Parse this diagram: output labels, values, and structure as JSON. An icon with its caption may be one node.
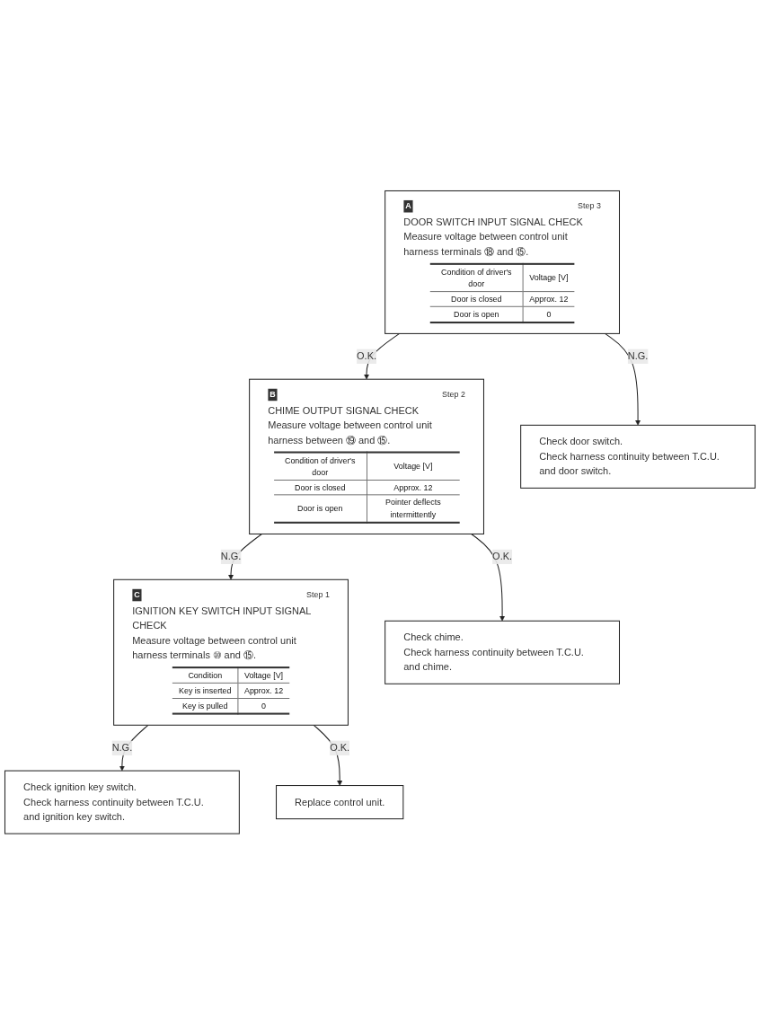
{
  "diagram": {
    "nodes": [
      {
        "text": [
          "A",
          "Step 3",
          "DOOR SWITCH INPUT SIGNAL CHECK",
          "Measure voltage between control unit harness terminals ⑱ and ⑮.",
          "Condition of driver's door",
          "Voltage [V]",
          "Door is closed",
          "Approx. 12",
          "Door is open",
          "0"
        ]
      },
      {
        "text": [
          "Check door switch.",
          "Check harness continuity between T.C.U. and door switch."
        ]
      },
      {
        "text": [
          "B",
          "Step 2",
          "CHIME OUTPUT SIGNAL CHECK",
          "Measure voltage between control unit harness between ⑲ and ⑮.",
          "Condition of driver's door",
          "Voltage [V]",
          "Door is closed",
          "Approx. 12",
          "Door is open",
          "Pointer deflects intermittently"
        ]
      },
      {
        "text": [
          "Check chime.",
          "Check harness continuity between T.C.U. and chime."
        ]
      },
      {
        "text": [
          "C",
          "Step 1",
          "IGNITION KEY SWITCH INPUT SIGNAL CHECK",
          "Measure voltage between control unit harness terminals ⑩ and ⑮.",
          "Condition",
          "Voltage [V]",
          "Key is inserted",
          "Approx. 12",
          "Key is pulled",
          "0"
        ]
      },
      {
        "text": [
          "Check ignition key switch.",
          "Check harness continuity between T.C.U. and ignition key switch."
        ]
      },
      {
        "text": [
          "Replace control unit."
        ]
      }
    ],
    "edges": [
      {
        "from": 0,
        "to": 1,
        "arrow": "to",
        "label": "N.G."
      },
      {
        "from": 0,
        "to": 2,
        "arrow": "to",
        "label": "O.K."
      },
      {
        "from": 2,
        "to": 3,
        "arrow": "to",
        "label": "O.K."
      },
      {
        "from": 2,
        "to": 4,
        "arrow": "to",
        "label": "N.G."
      },
      {
        "from": 4,
        "to": 5,
        "arrow": "to",
        "label": "N.G."
      },
      {
        "from": 4,
        "to": 6,
        "arrow": "to",
        "label": "O.K."
      }
    ]
  }
}
